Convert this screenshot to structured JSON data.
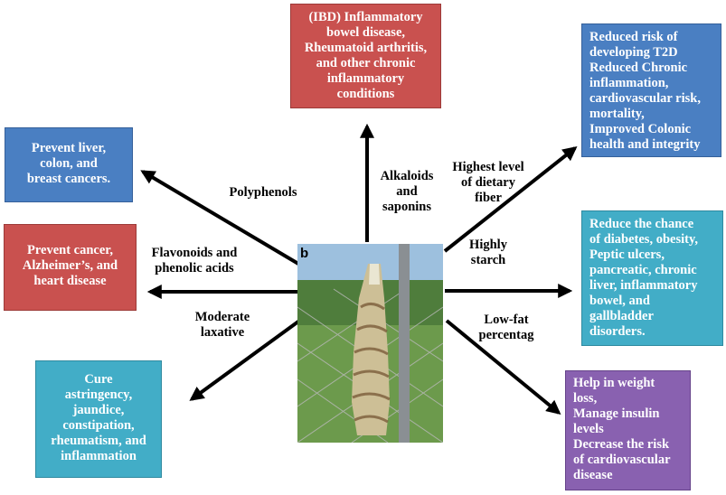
{
  "photo": {
    "label": "b"
  },
  "boxes": {
    "ibd": [
      "(IBD) Inflammatory",
      "bowel disease,",
      "Rheumatoid arthritis,",
      "and other chronic",
      "inflammatory",
      "conditions"
    ],
    "liver": [
      "Prevent liver,",
      "colon, and",
      "breast cancers."
    ],
    "cancer": [
      "Prevent cancer,",
      "Alzheimer’s, and",
      "heart disease"
    ],
    "astringency": [
      "Cure",
      "astringency,",
      "jaundice,",
      "constipation,",
      "rheumatism, and",
      "inflammation"
    ],
    "t2d": [
      "Reduced risk of",
      "developing T2D",
      "Reduced Chronic",
      "inflammation,",
      "cardiovascular risk,",
      "mortality,",
      "Improved Colonic",
      "health and integrity"
    ],
    "diabetes": [
      "Reduce the chance",
      "of diabetes, obesity,",
      "Peptic ulcers,",
      "pancreatic, chronic",
      "liver, inflammatory",
      "bowel, and",
      "gallbladder",
      "disorders."
    ],
    "weight": [
      "Help in weight",
      "loss,",
      "Manage insulin",
      "levels",
      "Decrease the risk",
      "of cardiovascular",
      "disease"
    ]
  },
  "labels": {
    "polyphenols": [
      "Polyphenols"
    ],
    "flavonoids": [
      "Flavonoids and",
      "phenolic acids"
    ],
    "laxative": [
      "Moderate",
      "laxative"
    ],
    "alkaloids": [
      "Alkaloids",
      "and",
      "saponins"
    ],
    "fiber": [
      "Highest level",
      "of dietary",
      "fiber"
    ],
    "starch": [
      "Highly",
      "starch"
    ],
    "lowfat": [
      "Low-fat",
      "percentag"
    ]
  }
}
